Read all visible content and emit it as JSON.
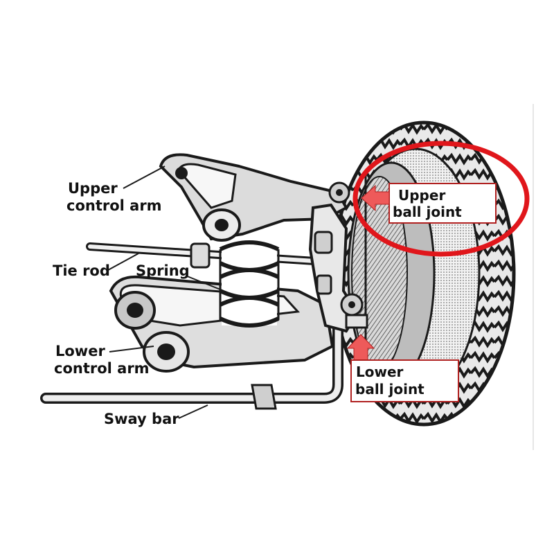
{
  "labels": {
    "upper_control_arm": [
      "Upper",
      "control arm"
    ],
    "tie_rod": "Tie rod",
    "spring": "Spring",
    "lower_control_arm": [
      "Lower",
      "control arm"
    ],
    "sway_bar": "Sway bar",
    "upper_ball_joint": [
      "Upper",
      "ball joint"
    ],
    "lower_ball_joint": [
      "Lower",
      "ball joint"
    ]
  },
  "colors": {
    "highlight_ellipse": "#e0161b",
    "arrow": "#ee5a5a",
    "callout_border": "#b0201f",
    "line_art": "#1a1a1a"
  }
}
